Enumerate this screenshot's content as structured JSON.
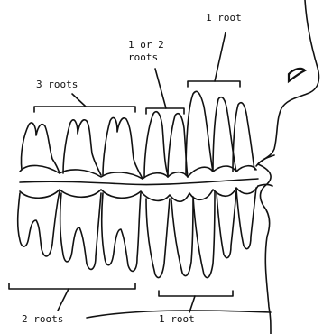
{
  "labels": {
    "one_root_top": "1 root",
    "one_or_two_line1": "1 or 2",
    "one_or_two_line2": "roots",
    "three_roots": "3 roots",
    "two_roots": "2 roots",
    "one_root_bottom": "1 root"
  },
  "colors": {
    "ink": "#111111",
    "background": "#ffffff"
  }
}
